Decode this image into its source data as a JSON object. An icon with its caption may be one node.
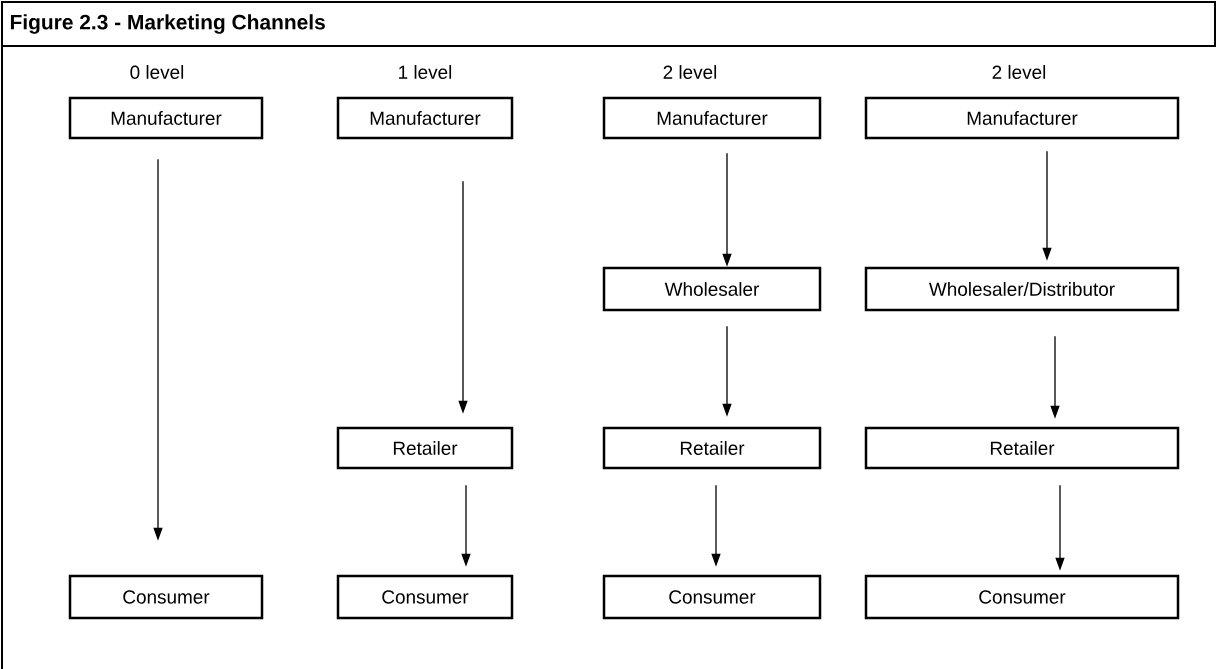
{
  "diagram": {
    "title": "Figure 2.3 - Marketing Channels",
    "nodes": [
      {
        "text": [
          "Manufacturer"
        ]
      },
      {
        "text": [
          "Consumer"
        ]
      },
      {
        "text": [
          "Manufacturer"
        ]
      },
      {
        "text": [
          "Retailer"
        ]
      },
      {
        "text": [
          "Consumer"
        ]
      },
      {
        "text": [
          "Manufacturer"
        ]
      },
      {
        "text": [
          "Wholesaler"
        ]
      },
      {
        "text": [
          "Retailer"
        ]
      },
      {
        "text": [
          "Consumer"
        ]
      },
      {
        "text": [
          "Manufacturer"
        ]
      },
      {
        "text": [
          "Wholesaler/Distributor"
        ]
      },
      {
        "text": [
          "Retailer"
        ]
      },
      {
        "text": [
          "Consumer"
        ]
      }
    ],
    "edges": [
      {
        "from": 0,
        "to": 1,
        "arrow": "to"
      },
      {
        "from": 2,
        "to": 3,
        "arrow": "to"
      },
      {
        "from": 3,
        "to": 4,
        "arrow": "to"
      },
      {
        "from": 5,
        "to": 6,
        "arrow": "to"
      },
      {
        "from": 6,
        "to": 7,
        "arrow": "to"
      },
      {
        "from": 7,
        "to": 8,
        "arrow": "to"
      },
      {
        "from": 9,
        "to": 10,
        "arrow": "to"
      },
      {
        "from": 10,
        "to": 11,
        "arrow": "to"
      },
      {
        "from": 11,
        "to": 12,
        "arrow": "to"
      }
    ],
    "labels": [
      "0 level",
      "1 level",
      "2 level",
      "2 level"
    ]
  }
}
